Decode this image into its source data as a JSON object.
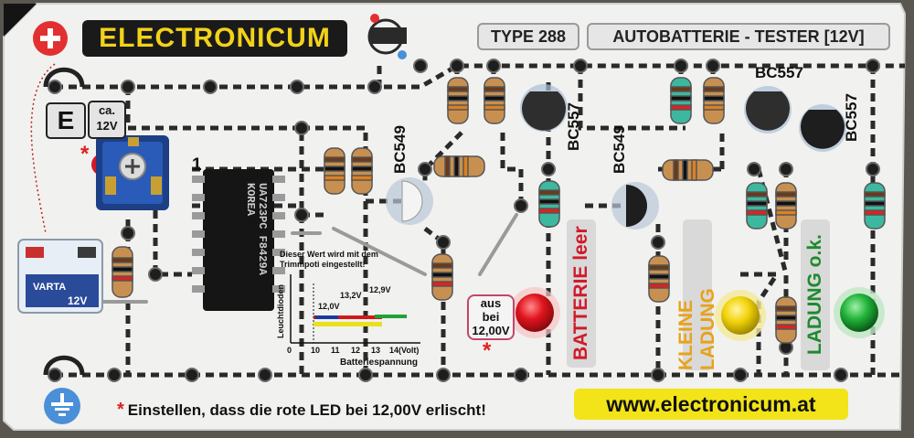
{
  "header": {
    "logo_text": "ELECTRONICUM",
    "type_label": "TYPE 288",
    "title": "AUTOBATTERIE - TESTER [12V]"
  },
  "supply": {
    "plus_symbol": "+",
    "e_label": "E",
    "ca_line1": "ca.",
    "ca_line2": "12V",
    "battery_brand": "VARTA",
    "battery_voltage": "12V"
  },
  "ic": {
    "pin1_label": "1",
    "marking": "UA723PC F8429A KOREA"
  },
  "transistors": [
    "BC549",
    "BC557",
    "BC549",
    "BC557",
    "BC557"
  ],
  "graph": {
    "note": "Dieser Wert wird mit dem Trimmpoti eingestellt!",
    "ylabel": "Leuchtdioden",
    "xlabel": "Batteriespannung",
    "xticks": [
      "0",
      "10",
      "11",
      "12",
      "13",
      "14(Volt)"
    ],
    "labels": [
      "12,0V",
      "13,2V",
      "12,9V"
    ]
  },
  "leds": {
    "red_label": "BATTERIE leer",
    "yellow_label": "KLEINE LADUNG",
    "green_label": "LADUNG o.k.",
    "aus_line1": "aus",
    "aus_line2": "bei",
    "aus_line3": "12,00V"
  },
  "footer": {
    "star": "*",
    "note": "Einstellen, dass die rote LED bei 12,00V erlischt!",
    "website": "www.electronicum.at"
  },
  "colors": {
    "board": "#f1f1ef",
    "wire": "#2a2a2a",
    "logo_bg": "#1a1a1a",
    "logo_text": "#f2d21a",
    "led_red": "#e0141e",
    "led_yellow": "#f2d20a",
    "led_green": "#22b43a",
    "website_bg": "#f2e418"
  }
}
